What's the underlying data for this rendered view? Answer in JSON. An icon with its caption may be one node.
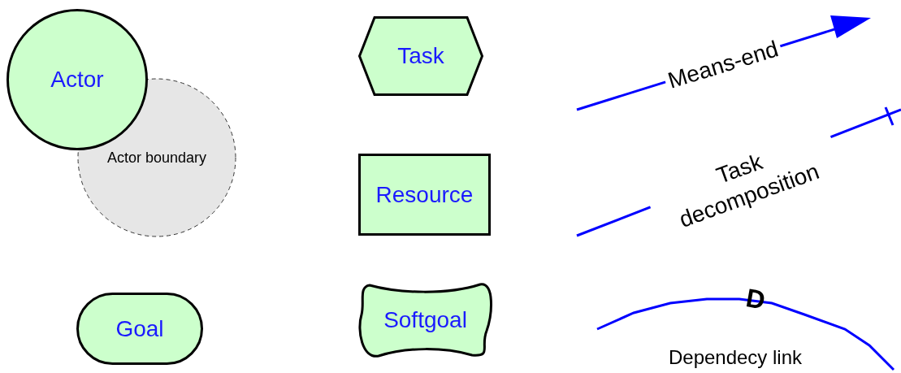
{
  "diagram": {
    "nodes": [
      {
        "text": [
          "Actor"
        ]
      },
      {
        "text": [
          "Task"
        ]
      },
      {
        "text": [
          "Actor boundary"
        ]
      },
      {
        "text": [
          "Resource"
        ]
      },
      {
        "text": [
          "Goal"
        ]
      },
      {
        "text": [
          "Softgoal"
        ]
      }
    ],
    "labels": [
      "Means-end",
      "Task decomposition",
      "D",
      "Dependecy link"
    ]
  }
}
